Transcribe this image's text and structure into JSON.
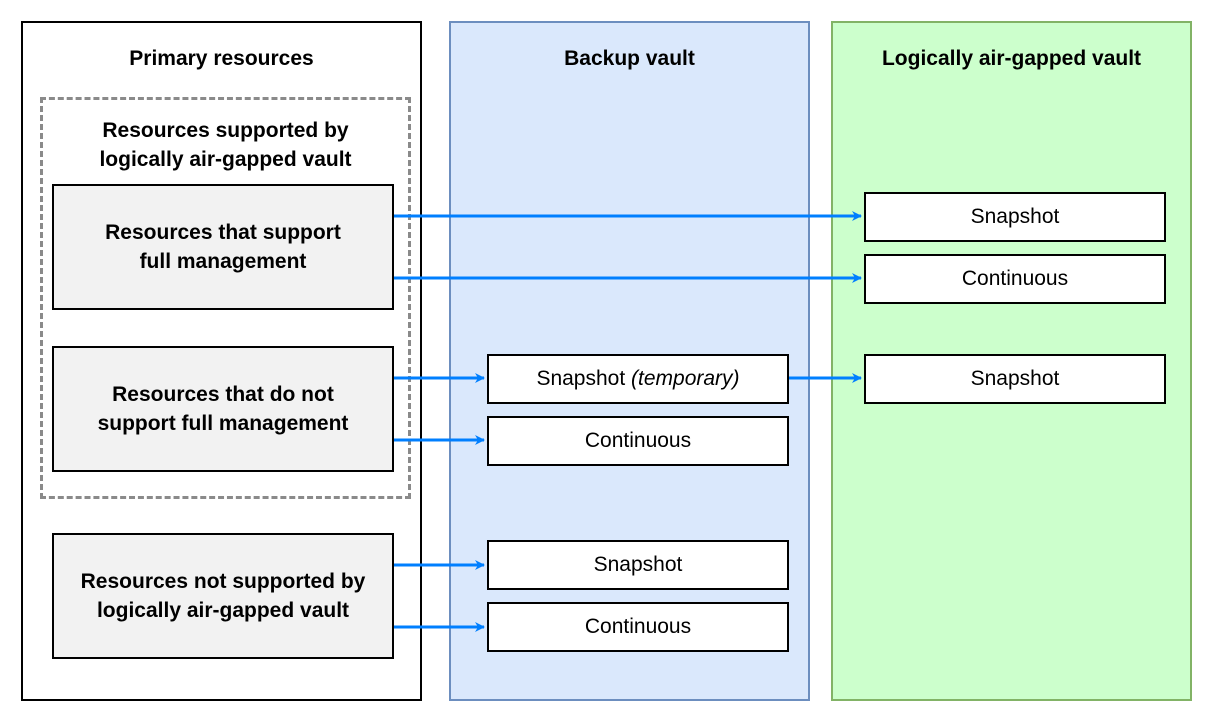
{
  "columns": {
    "primary": {
      "title": "Primary resources"
    },
    "backup": {
      "title": "Backup vault"
    },
    "airgapped": {
      "title": "Logically air-gapped vault"
    }
  },
  "group": {
    "title": "Resources supported by\nlogically air-gapped vault"
  },
  "resources": {
    "full_management": "Resources that support\nfull management",
    "partial_management": "Resources that do not\nsupport full management",
    "not_supported": "Resources not supported by\nlogically air-gapped vault"
  },
  "backup_vault": {
    "snapshot_temporary": {
      "label": "Snapshot",
      "qualifier": "(temporary)"
    },
    "continuous_1": "Continuous",
    "snapshot_2": "Snapshot",
    "continuous_2": "Continuous"
  },
  "airgapped_vault": {
    "snapshot_1": "Snapshot",
    "continuous": "Continuous",
    "snapshot_2": "Snapshot"
  },
  "colors": {
    "arrow": "#007fff",
    "backup_fill": "#dae8fc",
    "backup_border": "#6c8ebf",
    "airgap_fill": "#ccffcc",
    "airgap_border": "#82b366",
    "resource_fill": "#f2f2f2",
    "group_border": "#8a8a8a"
  }
}
